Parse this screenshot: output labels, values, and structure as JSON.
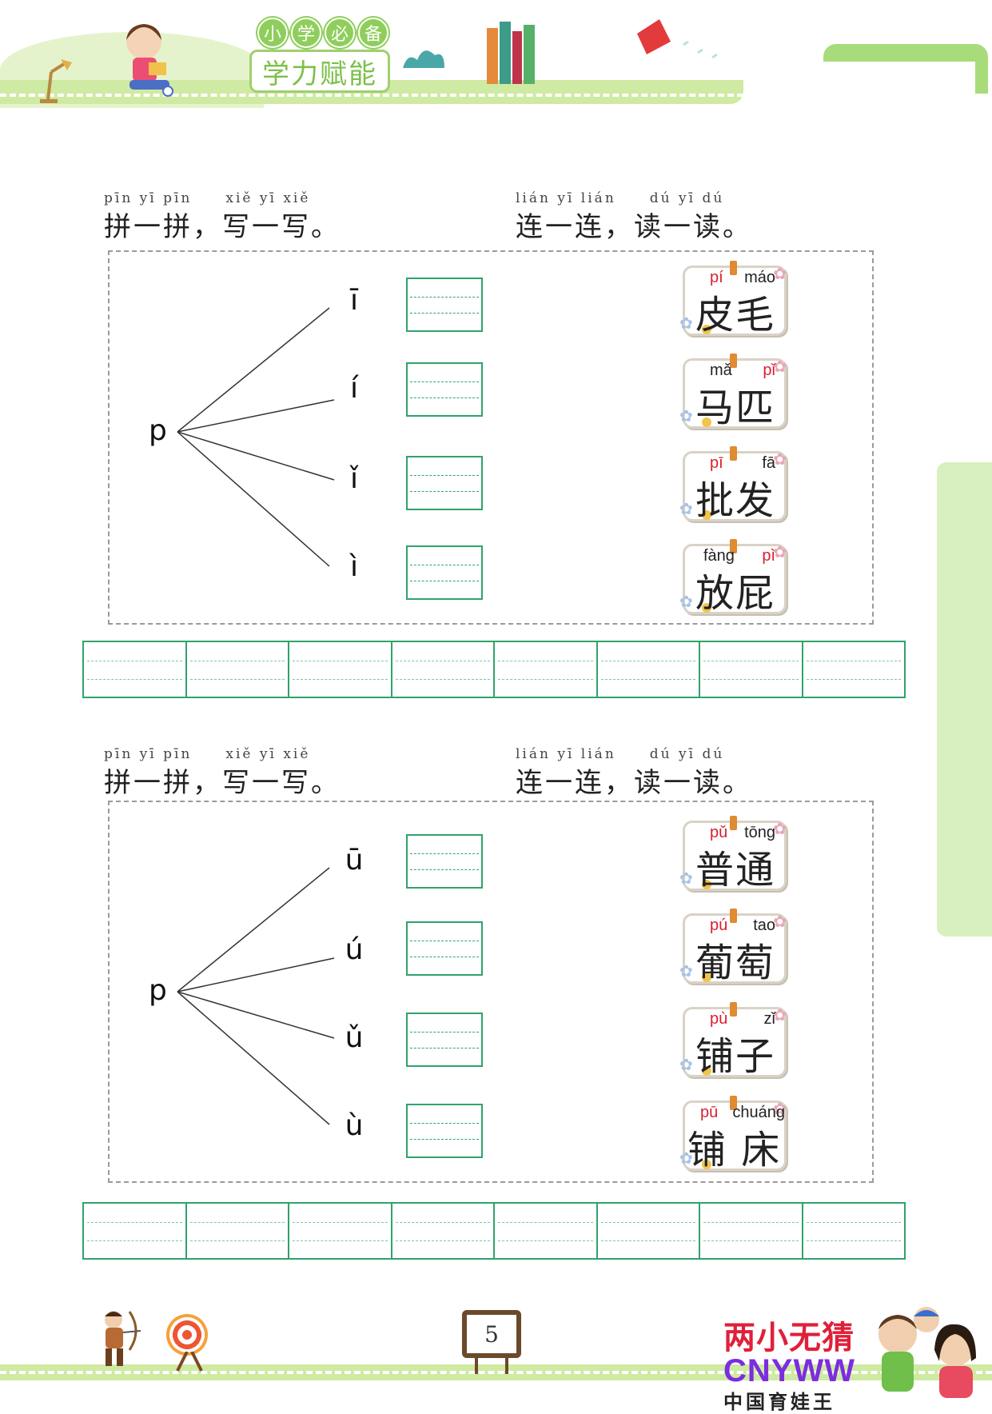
{
  "header": {
    "badge_chars": [
      "小",
      "学",
      "必",
      "备"
    ],
    "subtitle": "学力赋能"
  },
  "sections": [
    {
      "instr_left": {
        "pinyin": "pīn yī pīn     xiě yī xiě",
        "hanzi": "拼一拼，写一写。"
      },
      "instr_right": {
        "pinyin": "lián yī lián     dú yī dú",
        "hanzi": "连一连，读一读。"
      },
      "initial": "p",
      "finals": [
        "ī",
        "í",
        "ǐ",
        "ì"
      ],
      "words": [
        {
          "py1": "pí",
          "py2": "máo",
          "hanzi": "皮毛",
          "red": 1
        },
        {
          "py1": "mǎ",
          "py2": "pǐ",
          "hanzi": "马匹",
          "red": 2
        },
        {
          "py1": "pī",
          "py2": "fā",
          "hanzi": "批发",
          "red": 1
        },
        {
          "py1": "fàng",
          "py2": "pì",
          "hanzi": "放屁",
          "red": 2
        }
      ]
    },
    {
      "instr_left": {
        "pinyin": "pīn yī pīn     xiě yī xiě",
        "hanzi": "拼一拼，写一写。"
      },
      "instr_right": {
        "pinyin": "lián yī lián     dú yī dú",
        "hanzi": "连一连，读一读。"
      },
      "initial": "p",
      "finals": [
        "ū",
        "ú",
        "ǔ",
        "ù"
      ],
      "words": [
        {
          "py1": "pǔ",
          "py2": "tōng",
          "hanzi": "普通",
          "red": 1
        },
        {
          "py1": "pú",
          "py2": "tao",
          "hanzi": "葡萄",
          "red": 1
        },
        {
          "py1": "pù",
          "py2": "zǐ",
          "hanzi": "铺子",
          "red": 1
        },
        {
          "py1": "pū",
          "py2": "chuáng",
          "hanzi": "铺 床",
          "red": 1
        }
      ]
    }
  ],
  "footer": {
    "page_number": "5",
    "watermark": {
      "line1": "两小无猜",
      "line2": "CNYWW",
      "line3": "中国育娃王"
    }
  },
  "colors": {
    "accent_green": "#2fa36a",
    "light_green": "#cfeaa2",
    "red_pinyin": "#d81f2f"
  }
}
